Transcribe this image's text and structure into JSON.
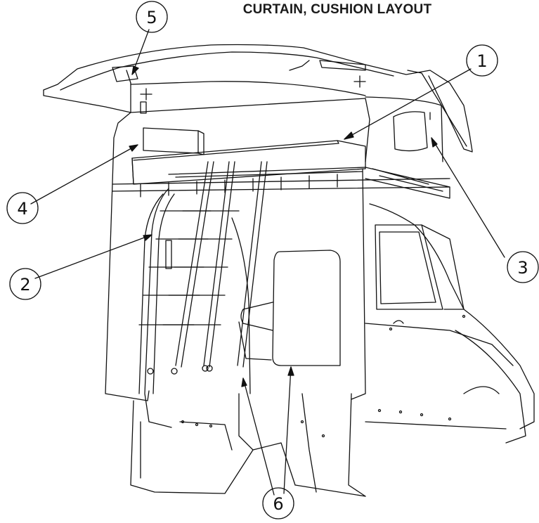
{
  "title": "CURTAIN, CUSHION LAYOUT",
  "callouts": [
    {
      "id": "c1",
      "label": "1"
    },
    {
      "id": "c2",
      "label": "2"
    },
    {
      "id": "c3",
      "label": "3"
    },
    {
      "id": "c4",
      "label": "4"
    },
    {
      "id": "c5",
      "label": "5"
    },
    {
      "id": "c6",
      "label": "6"
    }
  ],
  "colors": {
    "line": "#111111",
    "background": "#ffffff"
  }
}
